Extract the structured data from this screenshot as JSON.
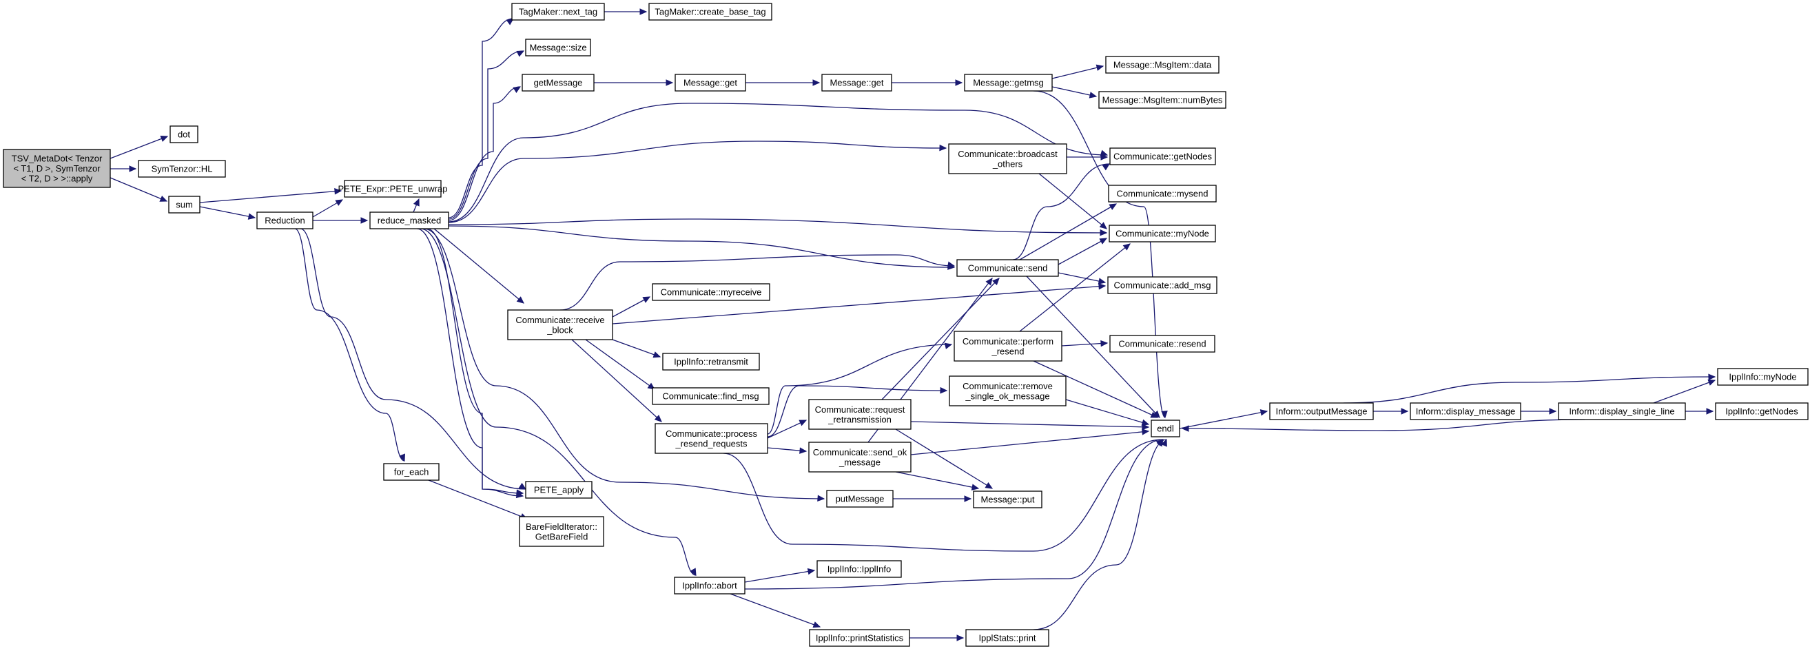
{
  "graph": {
    "nodes": [
      {
        "id": "apply",
        "lines": [
          "TSV_MetaDot< Tenzor",
          "< T1, D >, SymTenzor",
          "< T2, D > >::apply"
        ],
        "root": true
      },
      {
        "id": "dot",
        "lines": [
          "dot"
        ]
      },
      {
        "id": "symhl",
        "lines": [
          "SymTenzor::HL"
        ]
      },
      {
        "id": "sum",
        "lines": [
          "sum"
        ]
      },
      {
        "id": "reduction",
        "lines": [
          "Reduction"
        ]
      },
      {
        "id": "pete_unwrap",
        "lines": [
          "PETE_Expr::PETE_unwrap"
        ]
      },
      {
        "id": "reduce_masked",
        "lines": [
          "reduce_masked"
        ]
      },
      {
        "id": "for_each",
        "lines": [
          "for_each"
        ]
      },
      {
        "id": "pete_apply",
        "lines": [
          "PETE_apply"
        ]
      },
      {
        "id": "bfi",
        "lines": [
          "BareFieldIterator::",
          "GetBareField"
        ]
      },
      {
        "id": "next_tag",
        "lines": [
          "TagMaker::next_tag"
        ]
      },
      {
        "id": "create_base_tag",
        "lines": [
          "TagMaker::create_base_tag"
        ]
      },
      {
        "id": "msg_size",
        "lines": [
          "Message::size"
        ]
      },
      {
        "id": "getmessage",
        "lines": [
          "getMessage"
        ]
      },
      {
        "id": "msg_get1",
        "lines": [
          "Message::get"
        ]
      },
      {
        "id": "msg_get2",
        "lines": [
          "Message::get"
        ]
      },
      {
        "id": "getmsg",
        "lines": [
          "Message::getmsg"
        ]
      },
      {
        "id": "msgitem_data",
        "lines": [
          "Message::MsgItem::data"
        ]
      },
      {
        "id": "msgitem_numbytes",
        "lines": [
          "Message::MsgItem::numBytes"
        ]
      },
      {
        "id": "broadcast",
        "lines": [
          "Communicate::broadcast",
          "_others"
        ]
      },
      {
        "id": "getnodes",
        "lines": [
          "Communicate::getNodes"
        ]
      },
      {
        "id": "mysend",
        "lines": [
          "Communicate::mysend"
        ]
      },
      {
        "id": "mynode",
        "lines": [
          "Communicate::myNode"
        ]
      },
      {
        "id": "send",
        "lines": [
          "Communicate::send"
        ]
      },
      {
        "id": "add_msg",
        "lines": [
          "Communicate::add_msg"
        ]
      },
      {
        "id": "receive_block",
        "lines": [
          "Communicate::receive",
          "_block"
        ]
      },
      {
        "id": "myreceive",
        "lines": [
          "Communicate::myreceive"
        ]
      },
      {
        "id": "retransmit",
        "lines": [
          "IpplInfo::retransmit"
        ]
      },
      {
        "id": "find_msg",
        "lines": [
          "Communicate::find_msg"
        ]
      },
      {
        "id": "process_resend",
        "lines": [
          "Communicate::process",
          "_resend_requests"
        ]
      },
      {
        "id": "perform_resend",
        "lines": [
          "Communicate::perform",
          "_resend"
        ]
      },
      {
        "id": "resend",
        "lines": [
          "Communicate::resend"
        ]
      },
      {
        "id": "remove_single",
        "lines": [
          "Communicate::remove",
          "_single_ok_message"
        ]
      },
      {
        "id": "request_retrans",
        "lines": [
          "Communicate::request",
          "_retransmission"
        ]
      },
      {
        "id": "send_ok",
        "lines": [
          "Communicate::send_ok",
          "_message"
        ]
      },
      {
        "id": "endl",
        "lines": [
          "endl"
        ]
      },
      {
        "id": "putmessage",
        "lines": [
          "putMessage"
        ]
      },
      {
        "id": "msg_put",
        "lines": [
          "Message::put"
        ]
      },
      {
        "id": "ippl_abort",
        "lines": [
          "IpplInfo::abort"
        ]
      },
      {
        "id": "ipplinfo_ctor",
        "lines": [
          "IpplInfo::IpplInfo"
        ]
      },
      {
        "id": "printstats",
        "lines": [
          "IpplInfo::printStatistics"
        ]
      },
      {
        "id": "ipplstats_print",
        "lines": [
          "IpplStats::print"
        ]
      },
      {
        "id": "outputmessage",
        "lines": [
          "Inform::outputMessage"
        ]
      },
      {
        "id": "display_message",
        "lines": [
          "Inform::display_message"
        ]
      },
      {
        "id": "display_single",
        "lines": [
          "Inform::display_single_line"
        ]
      },
      {
        "id": "ippl_mynode",
        "lines": [
          "IpplInfo::myNode"
        ]
      },
      {
        "id": "ippl_getnodes",
        "lines": [
          "IpplInfo::getNodes"
        ]
      }
    ],
    "edge_color": "#191970",
    "root_fill": "#bfbfbf"
  }
}
